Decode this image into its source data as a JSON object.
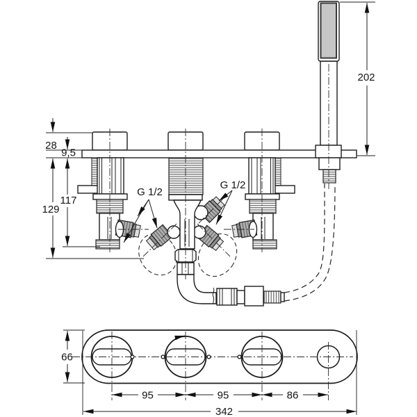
{
  "front": {
    "dim_shower_height": "202",
    "dim_handle_height": "28",
    "dim_deck_thickness": "9,5",
    "dim_valve_depth": "117",
    "dim_total_depth": "129",
    "thread_label_left": "G 1/2",
    "thread_label_right": "G 1/2"
  },
  "plan": {
    "dim_plate_depth": "66",
    "dim_pitch_1": "95",
    "dim_pitch_2": "95",
    "dim_pitch_3": "86",
    "dim_total_length": "342"
  }
}
